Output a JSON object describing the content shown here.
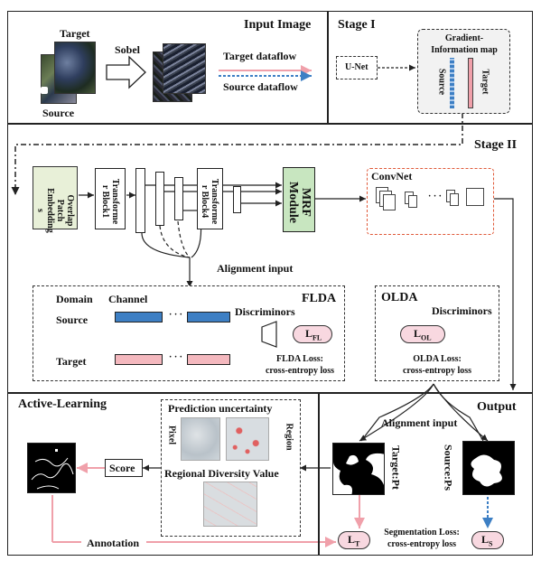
{
  "input_image": {
    "title": "Input Image",
    "target": "Target",
    "source": "Source",
    "sobel": "Sobel",
    "target_flow": "Target dataflow",
    "source_flow": "Source dataflow"
  },
  "stage1": {
    "title": "Stage I",
    "unet": "U-Net",
    "gradient_map": "Gradient-\nInformation map",
    "source": "Source",
    "target": "Target"
  },
  "stage2": {
    "title": "Stage II",
    "overlap": "Overlap\nPatch\nEmbedding\ns",
    "tb1": "Transforme\nr Block1",
    "tb4": "Transforme\nr Block4",
    "mrf": "MRF\nModule",
    "convnet": "ConvNet",
    "alignment_input": "Alignment input"
  },
  "flda": {
    "title": "FLDA",
    "domain": "Domain",
    "channel": "Channel",
    "discriminators": "Discriminors",
    "source": "Source",
    "target": "Target",
    "dots": "· · ·",
    "loss_sym": "L",
    "loss_sub": "FL",
    "loss_text": "FLDA Loss:\ncross-entropy loss"
  },
  "olda": {
    "title": "OLDA",
    "discriminators": "Discriminors",
    "loss_sym": "L",
    "loss_sub": "OL",
    "loss_text": "OLDA  Loss:\ncross-entropy loss"
  },
  "active_learning": {
    "title": "Active-Learning",
    "prediction_uncertainty": "Prediction uncertainty",
    "pixel": "Pixel",
    "region": "Region",
    "regional_diversity": "Regional Diversity Value",
    "score": "Score",
    "annotation": "Annotation"
  },
  "output": {
    "title": "Output",
    "alignment_input": "Alignment input",
    "target_pt": "Target:Pt",
    "source_ps": "Source:Ps",
    "seg_loss": "Segmentation Loss:\ncross-entropy loss",
    "lt_sym": "L",
    "lt_sub": "T",
    "ls_sym": "L",
    "ls_sub": "S"
  },
  "colors": {
    "target_pink": "#f4b8be",
    "source_blue": "#3d7fc4",
    "mrf_green": "#c8e6c0",
    "convnet_red": "#e05a3a",
    "overlap_fill": "#e8f0d8",
    "loss_pink": "#f8d8e0"
  }
}
